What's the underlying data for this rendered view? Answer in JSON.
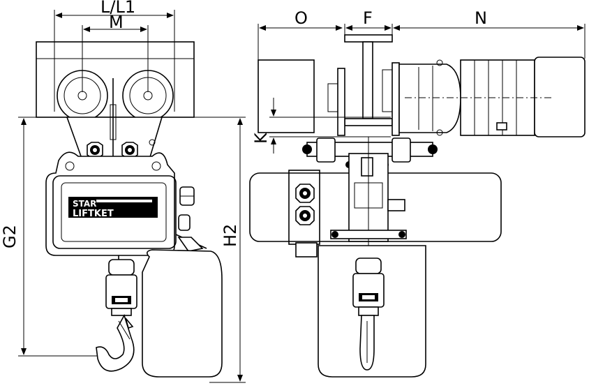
{
  "dimensions": {
    "l_l1": "L/L1",
    "m": "M",
    "o": "O",
    "f": "F",
    "n": "N",
    "k": "K",
    "g2": "G2",
    "h2": "H2"
  },
  "logo": {
    "line1": "STAR",
    "line2": "LIFTKET"
  }
}
